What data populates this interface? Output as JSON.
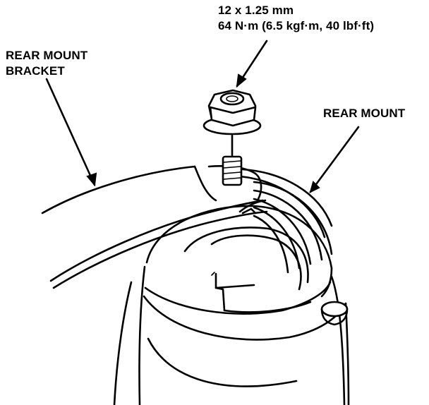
{
  "labels": {
    "fastener_size": "12 x 1.25 mm",
    "torque_spec": "64 N·m (6.5 kgf·m, 40 lbf·ft)",
    "bracket_line1": "REAR MOUNT",
    "bracket_line2": "BRACKET",
    "mount": "REAR MOUNT"
  }
}
